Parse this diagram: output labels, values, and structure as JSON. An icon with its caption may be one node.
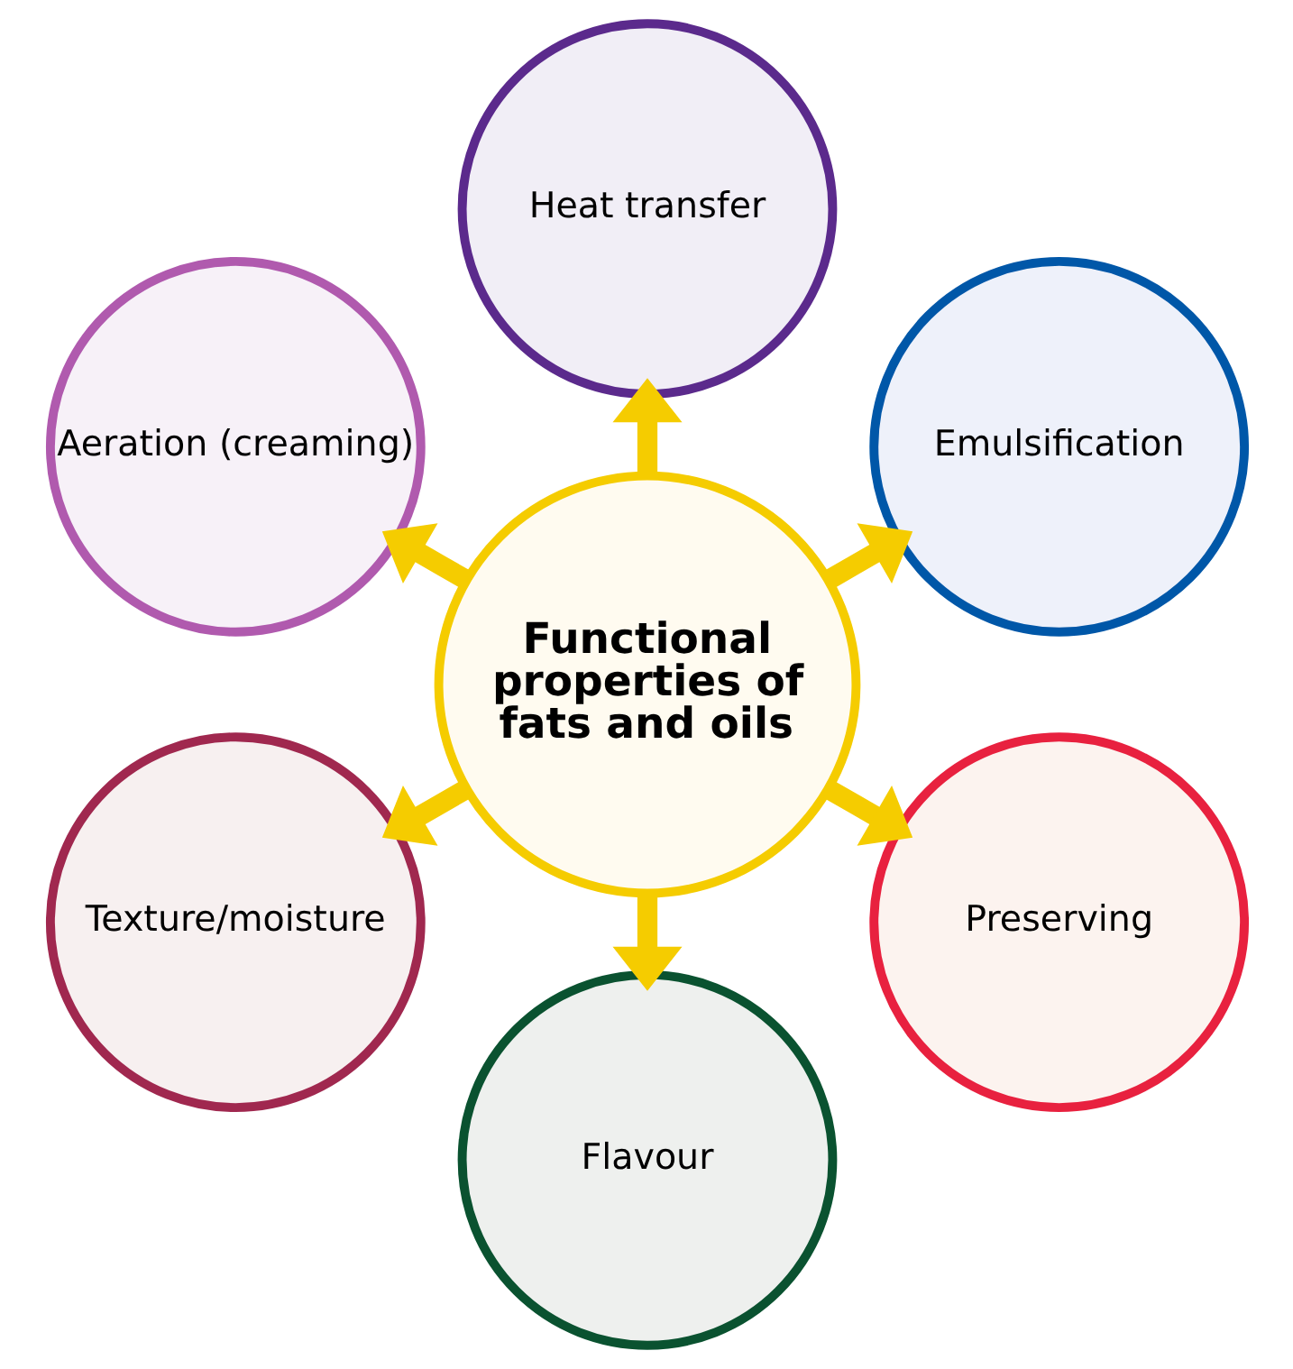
{
  "diagram": {
    "nodes": [
      {
        "text": [
          "Emulsification"
        ]
      },
      {
        "text": [
          "Heat transfer"
        ]
      },
      {
        "text": [
          "Aeration (creaming)"
        ]
      },
      {
        "text": [
          "Functional properties of fats and oils"
        ]
      },
      {
        "text": [
          "Texture/moisture"
        ]
      },
      {
        "text": [
          "Flavour"
        ]
      },
      {
        "text": [
          "Preserving"
        ]
      }
    ],
    "edges": [
      {
        "from": 3,
        "to": 0,
        "arrow": "to"
      },
      {
        "from": 3,
        "to": 2,
        "arrow": "to"
      },
      {
        "from": 3,
        "to": 5,
        "arrow": "to"
      },
      {
        "from": 3,
        "to": 6,
        "arrow": "to"
      },
      {
        "from": 3,
        "to": 4,
        "arrow": "to"
      },
      {
        "from": 3,
        "to": 1,
        "arrow": "to"
      }
    ]
  }
}
